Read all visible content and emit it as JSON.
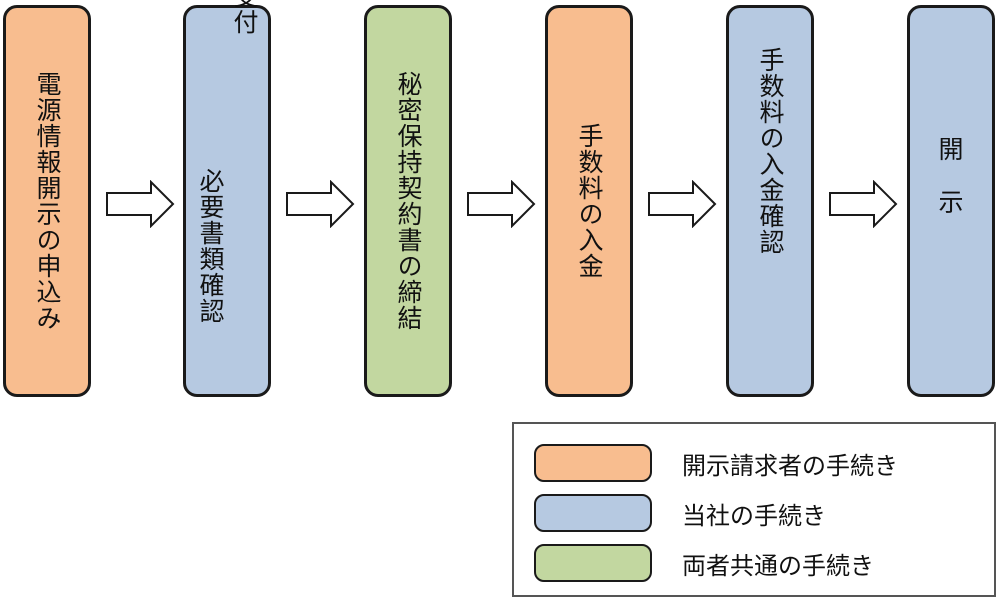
{
  "colors": {
    "requester": "#f8bd8f",
    "company": "#b6c9e1",
    "both": "#c2d7a0",
    "border": "#1a1a1a",
    "arrow_fill": "#ffffff"
  },
  "steps": [
    {
      "text": "電源情報開示の申込み",
      "role": "requester"
    },
    {
      "lines": [
        "受付",
        "必要書類確認"
      ],
      "role": "company"
    },
    {
      "text": "秘密保持契約書の締結",
      "role": "both"
    },
    {
      "text": "手数料の入金",
      "role": "requester"
    },
    {
      "text": "手数料の入金確認",
      "role": "company"
    },
    {
      "lines": [
        "開",
        "示"
      ],
      "role": "company"
    }
  ],
  "legend": [
    {
      "label": "開示請求者の手続き",
      "role": "requester"
    },
    {
      "label": "当社の手続き",
      "role": "company"
    },
    {
      "label": "両者共通の手続き",
      "role": "both"
    }
  ],
  "arrows": [
    "arrow-right-icon",
    "arrow-right-icon",
    "arrow-right-icon",
    "arrow-right-icon",
    "arrow-right-icon"
  ]
}
